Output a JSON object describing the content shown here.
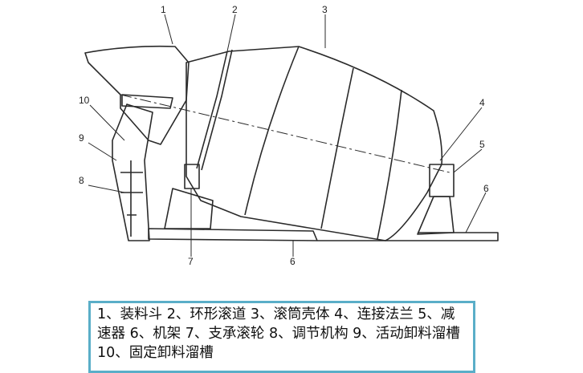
{
  "diagram": {
    "labels": [
      "1",
      "2",
      "3",
      "4",
      "5",
      "6",
      "6",
      "7",
      "8",
      "9",
      "10"
    ]
  },
  "caption": {
    "text": "1、装料斗 2、环形滚道 3、滚筒壳体 4、连接法兰 5、减速器  6、机架  7、支承滚轮  8、调节机构  9、活动卸料溜槽  10、固定卸料溜槽"
  },
  "colors": {
    "caption_border": "#5aaec8",
    "line": "#2a2a2a"
  }
}
